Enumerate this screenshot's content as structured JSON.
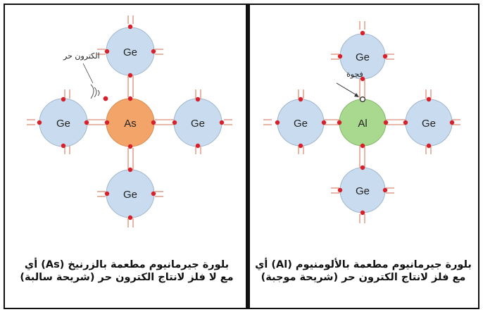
{
  "panels": {
    "left": {
      "annotation": "الكترون حر",
      "atoms": [
        "Ge",
        "Ge",
        "As",
        "Ge",
        "Ge"
      ],
      "caption_line1": "بلورة جيرمانيوم مطعمة بالزرنيخ (As) أي",
      "caption_line2": "مع لا فلز لانتاج الكترون حر (شريحة سالبة)"
    },
    "right": {
      "annotation": "فجوة",
      "atoms": [
        "Ge",
        "Ge",
        "Al",
        "Ge",
        "Ge"
      ],
      "caption_line1": "بلورة جيرمانيوم مطعمة بالألومنيوم (Al) أي",
      "caption_line2": "مع فلز لانتاج الكترون حر (شريحة موجبة)"
    }
  },
  "colors": {
    "ge_fill": "#c9dcef",
    "as_fill": "#f3a469",
    "al_fill": "#a9d98f",
    "bond": "#e2a48f",
    "electron": "#d8202a"
  }
}
